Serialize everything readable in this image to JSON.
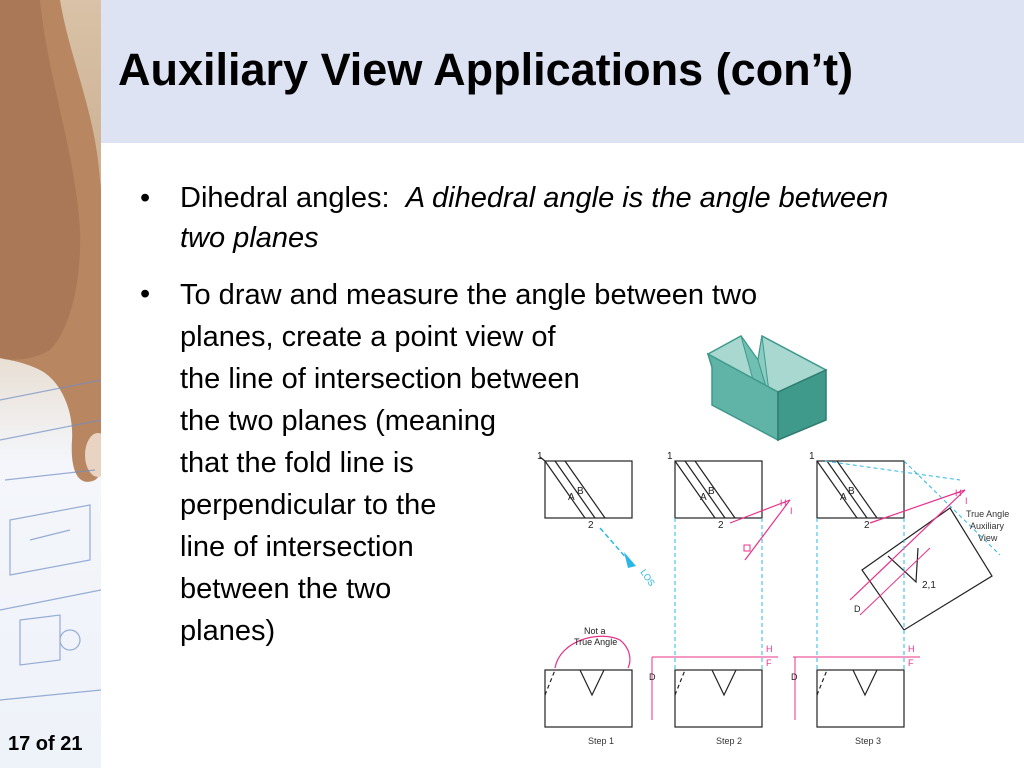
{
  "slide": {
    "title": "Auxiliary View Applications (con’t)",
    "page_number": "17 of 21"
  },
  "bullets": [
    {
      "marker": "•",
      "label": "Dihedral angles:",
      "emphasis": "A dihedral angle is the angle between two planes"
    },
    {
      "marker": "•",
      "lines": [
        "To draw and measure the angle between two",
        "planes, create a point view of",
        "the line of intersection between",
        "the two planes (meaning",
        "that the fold line is",
        "perpendicular to the",
        "line of intersection",
        "between the two",
        "planes)"
      ]
    }
  ],
  "figure": {
    "labels": {
      "step1": "Step 1",
      "step2": "Step 2",
      "step3": "Step 3",
      "not_true_1": "Not a",
      "not_true_2": "True Angle",
      "true_angle_1": "True Angle",
      "true_angle_2": "Auxiliary",
      "true_angle_3": "View",
      "los": "LOS",
      "h": "H",
      "f": "F",
      "d": "D",
      "one": "1",
      "two": "2",
      "a": "A",
      "b": "B",
      "two_one": "2,1",
      "i": "I"
    },
    "colors": {
      "cyan": "#2bb7e5",
      "magenta": "#e8318a",
      "teal": "#5fb3a7",
      "teal_dark": "#3f9a8c",
      "teal_light": "#a9d8d0"
    }
  }
}
